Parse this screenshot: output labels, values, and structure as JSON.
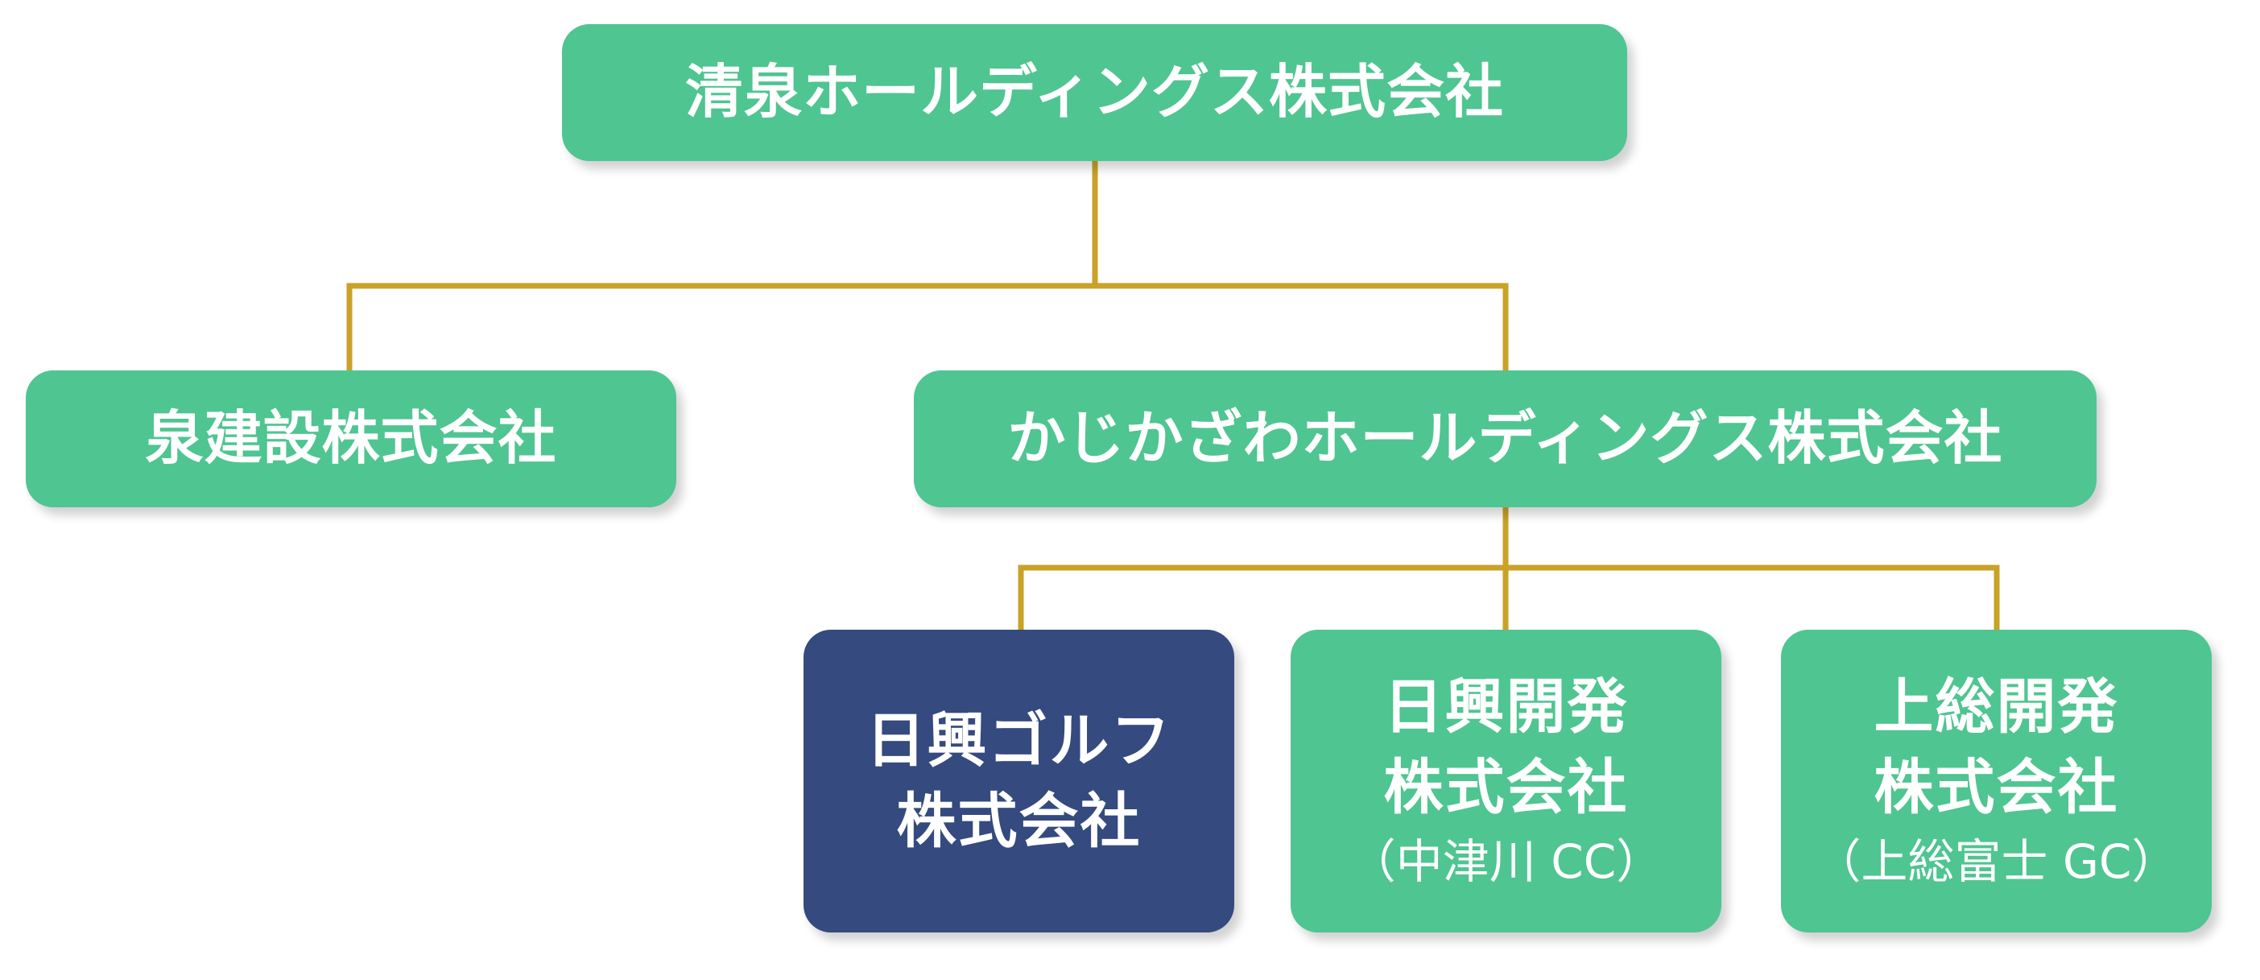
{
  "colors": {
    "node_green": "#4fc591",
    "node_navy": "#354a7e",
    "connector": "#c9a227",
    "text": "#ffffff"
  },
  "org_chart": {
    "root": {
      "name": "清泉ホールディングス株式会社"
    },
    "level1": [
      {
        "name": "泉建設株式会社"
      },
      {
        "name": "かじかざわホールディングス株式会社"
      }
    ],
    "level2": [
      {
        "line1": "日興ゴルフ",
        "line2": "株式会社",
        "highlighted": true
      },
      {
        "line1": "日興開発",
        "line2": "株式会社",
        "note": "（中津川 CC）"
      },
      {
        "line1": "上総開発",
        "line2": "株式会社",
        "note": "（上総富士 GC）"
      }
    ]
  }
}
